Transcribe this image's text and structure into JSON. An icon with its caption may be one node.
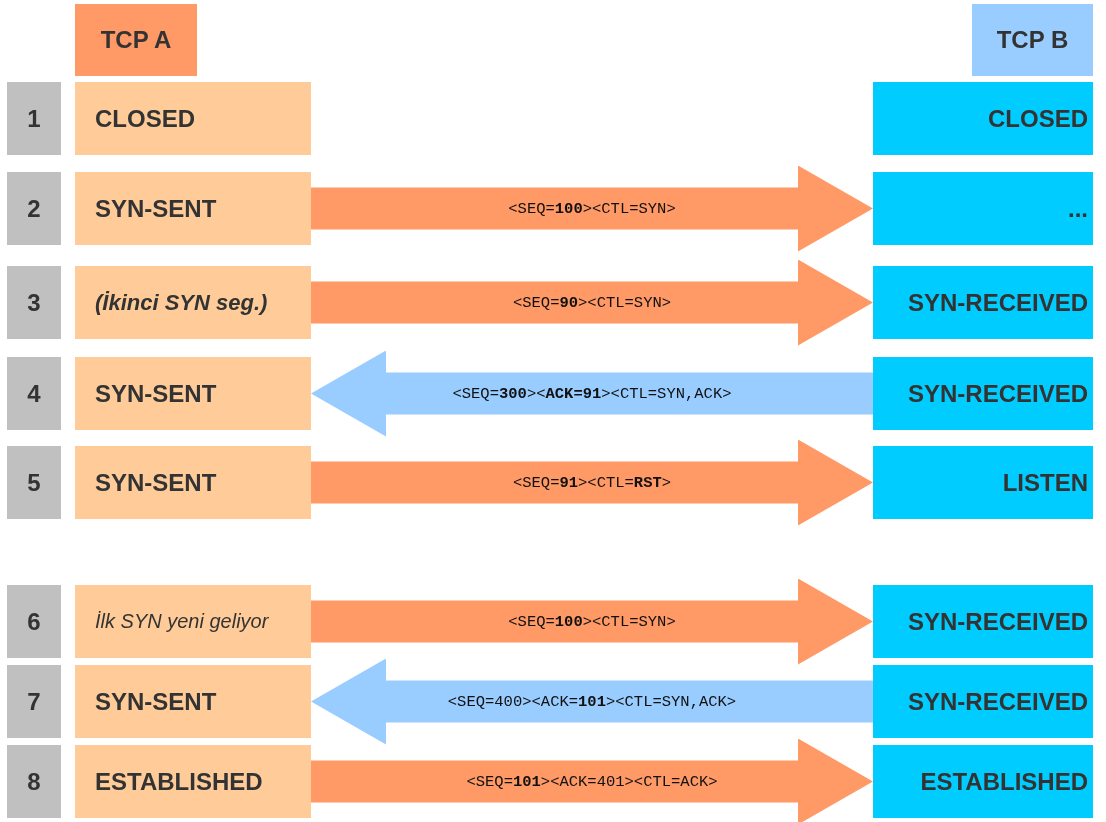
{
  "diagram": {
    "nodes": [
      {
        "text": [
          "TCP A"
        ]
      },
      {
        "text": [
          "TCP B"
        ]
      },
      {
        "text": [
          "1"
        ]
      },
      {
        "text": [
          "CLOSED"
        ]
      },
      {
        "text": [
          "CLOSED"
        ]
      },
      {
        "text": [
          "2"
        ]
      },
      {
        "text": [
          "SYN-SENT"
        ]
      },
      {
        "text": [
          "..."
        ]
      },
      {
        "text": [
          "3"
        ]
      },
      {
        "text": [
          "(*İkinci SYN seg.*)"
        ]
      },
      {
        "text": [
          "SYN-RECEIVED"
        ]
      },
      {
        "text": [
          "4"
        ]
      },
      {
        "text": [
          "SYN-SENT"
        ]
      },
      {
        "text": [
          "SYN-RECEIVED"
        ]
      },
      {
        "text": [
          "5"
        ]
      },
      {
        "text": [
          "SYN-SENT"
        ]
      },
      {
        "text": [
          "LISTEN"
        ]
      },
      {
        "text": [
          "6"
        ]
      },
      {
        "text": [
          "İlk SYN yeni geliyor"
        ]
      },
      {
        "text": [
          "SYN-RECEIVED"
        ]
      },
      {
        "text": [
          "7"
        ]
      },
      {
        "text": [
          "SYN-SENT"
        ]
      },
      {
        "text": [
          "SYN-RECEIVED"
        ]
      },
      {
        "text": [
          "8"
        ]
      },
      {
        "text": [
          "ESTABLISHED"
        ]
      },
      {
        "text": [
          "ESTABLISHED"
        ]
      }
    ],
    "edges": [
      {
        "from": 6,
        "to": 7,
        "arrow": "to",
        "label": "<SEQ=**100**><CTL=SYN>"
      },
      {
        "from": 9,
        "to": 10,
        "arrow": "to",
        "label": "<SEQ=**90**><CTL=SYN>"
      },
      {
        "from": 13,
        "to": 12,
        "arrow": "to",
        "label": "<SEQ=**300**><**ACK=91**><CTL=SYN,ACK>",
        "color": "#99ccff"
      },
      {
        "from": 15,
        "to": 16,
        "arrow": "to",
        "label": "<SEQ=**91**><CTL=**RST**>"
      },
      {
        "from": 18,
        "to": 19,
        "arrow": "to",
        "label": "<SEQ=**100**><CTL=SYN>"
      },
      {
        "from": 22,
        "to": 21,
        "arrow": "to",
        "label": "<SEQ=400><ACK=**101**><CTL=SYN,ACK>",
        "color": "#99ccff"
      },
      {
        "from": 24,
        "to": 25,
        "arrow": "to",
        "label": "<SEQ=**101**><ACK=401><CTL=ACK>"
      }
    ]
  }
}
